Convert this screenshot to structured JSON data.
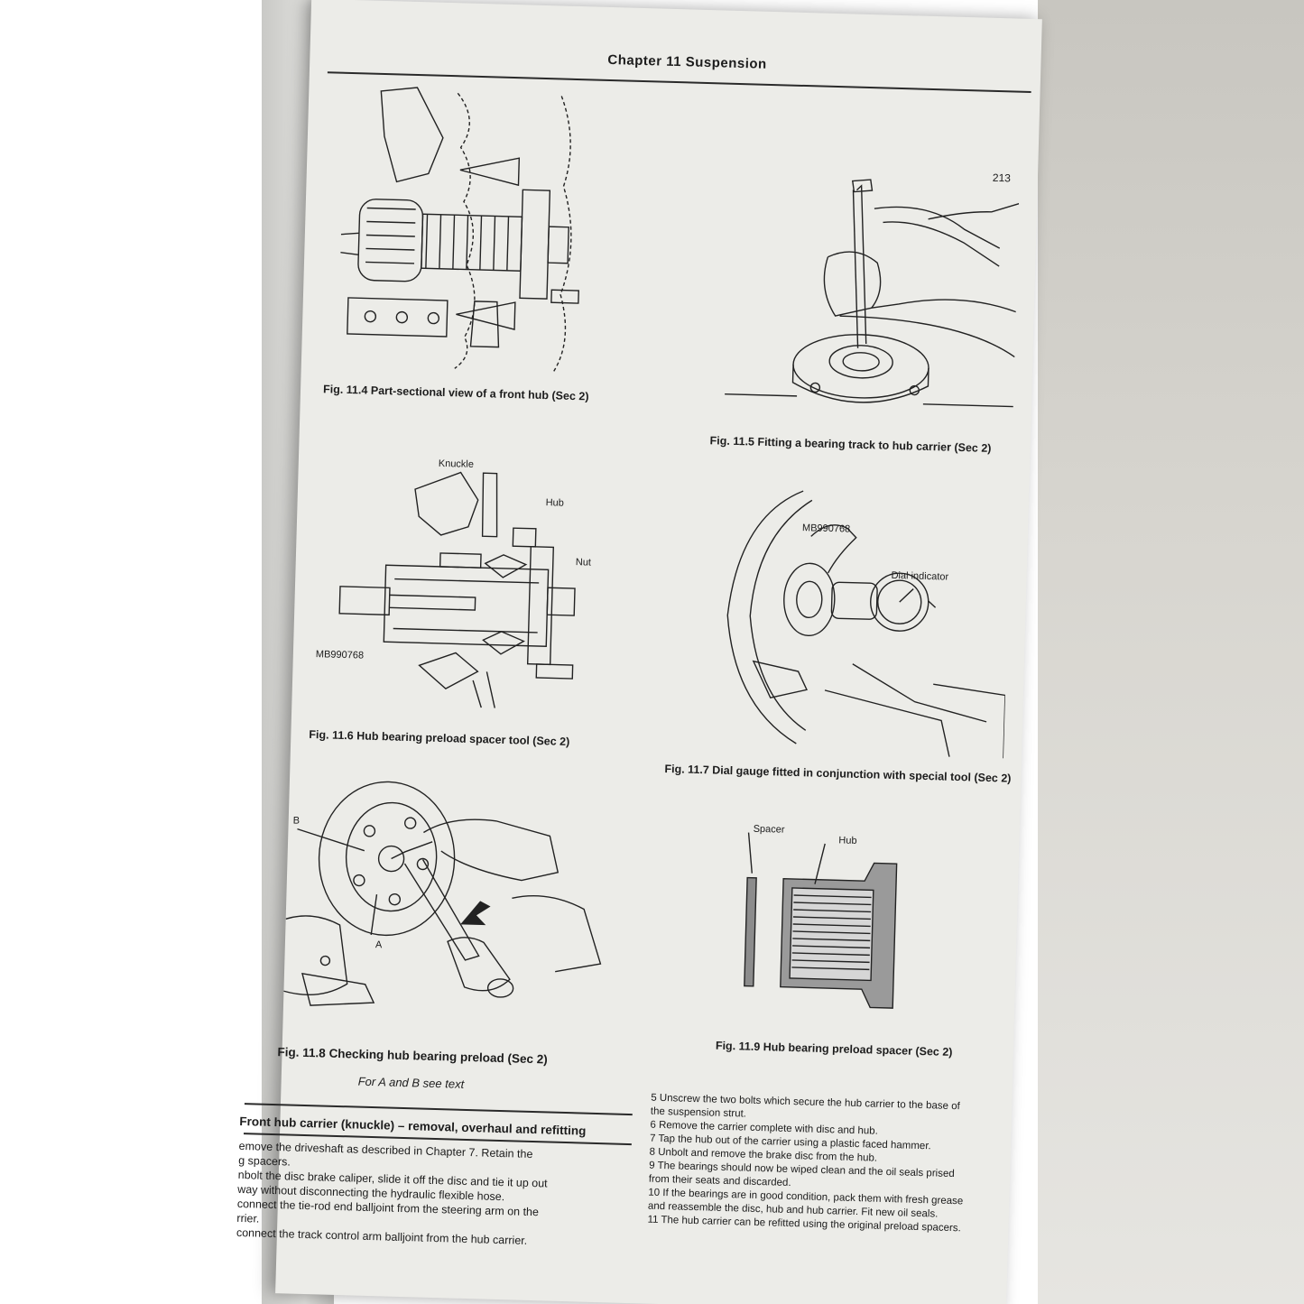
{
  "header": {
    "chapter_title": "Chapter 11  Suspension",
    "page_number": "213"
  },
  "figures": {
    "fig_11_4": {
      "caption": "Fig. 11.4 Part-sectional view of a front hub (Sec 2)"
    },
    "fig_11_5": {
      "caption": "Fig. 11.5 Fitting a bearing track to hub carrier (Sec 2)"
    },
    "fig_11_6": {
      "caption": "Fig. 11.6 Hub bearing preload spacer tool (Sec 2)",
      "labels": {
        "knuckle": "Knuckle",
        "hub": "Hub",
        "nut": "Nut",
        "tool": "MB990768"
      }
    },
    "fig_11_7": {
      "caption": "Fig. 11.7 Dial gauge fitted in conjunction with special tool (Sec 2)",
      "labels": {
        "tool": "MB990768",
        "dial": "Dial indicator"
      }
    },
    "fig_11_8": {
      "caption": "Fig. 11.8 Checking hub bearing preload (Sec 2)",
      "subcaption": "For A and B see text",
      "labels": {
        "a": "A",
        "b": "B"
      }
    },
    "fig_11_9": {
      "caption": "Fig. 11.9 Hub bearing preload spacer (Sec 2)",
      "labels": {
        "spacer": "Spacer",
        "hub": "Hub"
      }
    }
  },
  "section": {
    "title": "Front hub carrier (knuckle) – removal, overhaul and refitting",
    "left_column": [
      "emove the driveshaft as described in Chapter 7. Retain the",
      "g spacers.",
      "nbolt the disc brake caliper, slide it off the disc and tie it up out",
      "way without disconnecting the hydraulic flexible hose.",
      "connect the tie-rod end balljoint from the steering arm on the",
      "rrier.",
      "connect the track control arm balljoint from the hub carrier."
    ],
    "right_column": [
      "5    Unscrew the two bolts which secure the hub carrier to the base of",
      "the suspension strut.",
      "6    Remove the carrier complete with disc and hub.",
      "7    Tap the hub out of the carrier using a plastic faced hammer.",
      "8    Unbolt and remove the brake disc from the hub.",
      "9    The bearings should now be wiped clean and the oil seals prised",
      "from their seats and discarded.",
      "10  If the bearings are in good condition, pack them with fresh grease",
      "and reassemble the disc, hub and hub carrier. Fit new oil seals.",
      "11  The hub carrier can be refitted using the original preload spacers."
    ]
  }
}
